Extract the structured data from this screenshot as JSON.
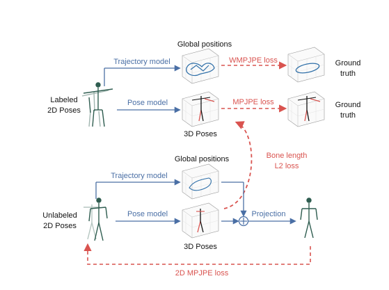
{
  "labels": {
    "labeled_line1": "Labeled",
    "labeled_line2": "2D Poses",
    "unlabeled_line1": "Unlabeled",
    "unlabeled_line2": "2D Poses",
    "global_positions_top": "Global positions",
    "global_positions_bottom": "Global positions",
    "poses3d_top": "3D Poses",
    "poses3d_bottom": "3D Poses",
    "ground_truth_1_line1": "Ground",
    "ground_truth_1_line2": "truth",
    "ground_truth_2_line1": "Ground",
    "ground_truth_2_line2": "truth",
    "trajectory_model_top": "Trajectory model",
    "pose_model_top": "Pose model",
    "trajectory_model_bottom": "Trajectory model",
    "pose_model_bottom": "Pose model",
    "wmpjpe_loss": "WMPJPE loss",
    "mpjpe_loss": "MPJPE loss",
    "bone_length_line1": "Bone length",
    "bone_length_line2": "L2 loss",
    "projection": "Projection",
    "mpjpe2d_loss": "2D MPJPE loss"
  },
  "colors": {
    "blue": "#4a6fa5",
    "red": "#d9534f",
    "skeleton_green": "#2f5d50"
  }
}
